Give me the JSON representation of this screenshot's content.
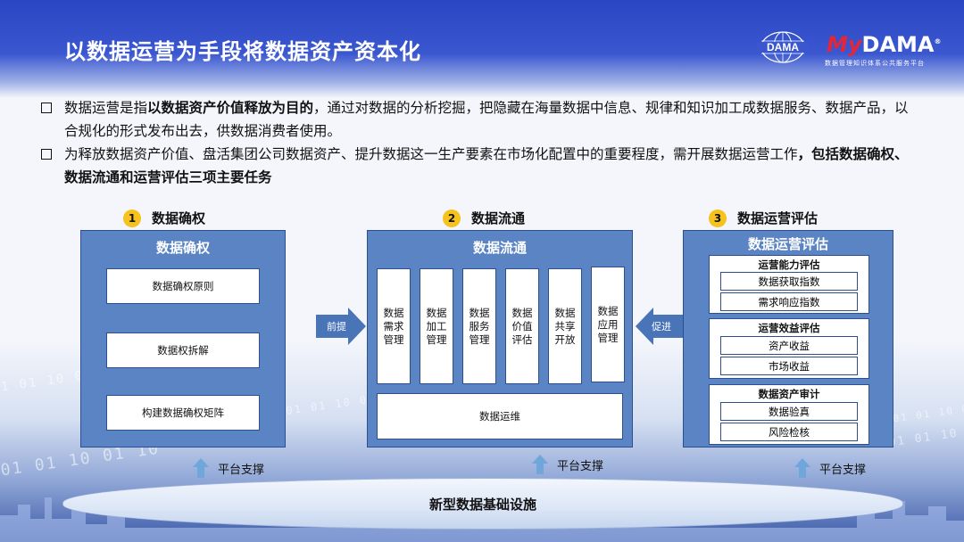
{
  "header": {
    "title": "以数据运营为手段将数据资产资本化",
    "logo_left": "DAMA",
    "logo_right_prefix": "My",
    "logo_right_suffix": "DAMA",
    "logo_right_registered": "®",
    "logo_subtitle": "数据管理知识体系公共服务平台"
  },
  "bullets": [
    {
      "pre": "数据运营是指",
      "bold": "以数据资产价值释放为目的",
      "post": "，通过对数据的分析挖掘，把隐藏在海量数据中信息、规律和知识加工成数据服务、数据产品，以合规化的形式发布出去，供数据消费者使用。"
    },
    {
      "pre": "为释放数据资产价值、盘活集团公司数据资产、提升数据这一生产要素在市场化配置中的重要程度，需开展数据运营工作",
      "bold": "，包括数据确权、数据流通和运营评估三项主要任务",
      "post": ""
    }
  ],
  "sections": [
    {
      "num": "1",
      "title": "数据确权"
    },
    {
      "num": "2",
      "title": "数据流通"
    },
    {
      "num": "3",
      "title": "数据运营评估"
    }
  ],
  "panel1": {
    "title": "数据确权",
    "items": [
      "数据确权原则",
      "数据权拆解",
      "构建数据确权矩阵"
    ]
  },
  "panel2": {
    "title": "数据流通",
    "columns": [
      "数据需求管理",
      "数据加工管理",
      "数据服务管理",
      "数据价值评估",
      "数据共享开放",
      "数据应用管理"
    ],
    "bottom": "数据运维"
  },
  "panel3": {
    "title": "数据运营评估",
    "groups": [
      {
        "title": "运营能力评估",
        "items": [
          "数据获取指数",
          "需求响应指数"
        ]
      },
      {
        "title": "运营效益评估",
        "items": [
          "资产收益",
          "市场收益"
        ]
      },
      {
        "title": "数据资产审计",
        "items": [
          "数据验真",
          "风险检核"
        ]
      }
    ]
  },
  "arrows": {
    "left": "前提",
    "right": "促进"
  },
  "platform_label": "平台支撑",
  "foundation": "新型数据基础设施",
  "colors": {
    "panel": "#5a84c4",
    "accent": "#f6c21c",
    "header": "#2a46c2",
    "brand_red": "#e3263a"
  },
  "decor": {
    "binary_text": "01 01 10 01 10"
  }
}
